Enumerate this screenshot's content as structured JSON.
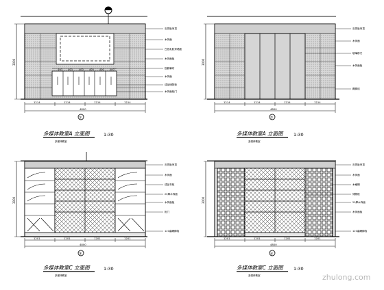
{
  "drawings": [
    {
      "title": "多媒体教室A 立面图",
      "scale": "1:30",
      "subtitle": "多媒体教室",
      "total_width": "4800",
      "segments": [
        "1214",
        "1214",
        "1214",
        "1214"
      ],
      "height": "3000",
      "upper_dims": [
        "400",
        "400",
        "400",
        "400",
        "400",
        "400"
      ],
      "section_mark": "①",
      "notes": [
        "石膏板吊顶",
        "木饰面",
        "白色乳胶漆墙面",
        "木饰面板",
        "投影幕布",
        "木饰面",
        "成品储物柜",
        "木饰面柜门"
      ]
    },
    {
      "title": "多媒体教室A 立面图",
      "scale": "1:30",
      "subtitle": "多媒体教室",
      "total_width": "4800",
      "segments": [
        "1214",
        "1214",
        "1214",
        "1214"
      ],
      "height": "3000",
      "section_mark": "②",
      "notes": [
        "石膏板吊顶",
        "木饰面",
        "玻璃移门",
        "木饰面板",
        "踢脚线"
      ]
    },
    {
      "title": "多媒体教室C 立面图",
      "scale": "1:30",
      "subtitle": "多媒体教室",
      "total_width": "4800",
      "segments": [
        "1201",
        "1201",
        "1201",
        "1201"
      ],
      "height": "3000",
      "section_mark": "③",
      "notes": [
        "石膏板吊顶",
        "木饰面",
        "成品书柜",
        "20厚木饰面",
        "木饰面板",
        "柜门",
        "120高踢脚线"
      ]
    },
    {
      "title": "多媒体教室C 立面图",
      "scale": "1:30",
      "subtitle": "多媒体教室",
      "total_width": "4800",
      "segments": [
        "1201",
        "1201",
        "1201",
        "1201"
      ],
      "height": "3000",
      "section_mark": "④",
      "notes": [
        "石膏板吊顶",
        "木饰面",
        "木格栅",
        "储物柜",
        "20厚木饰面",
        "木饰面板",
        "120高踢脚线"
      ]
    }
  ],
  "watermark": "zhulong.com"
}
